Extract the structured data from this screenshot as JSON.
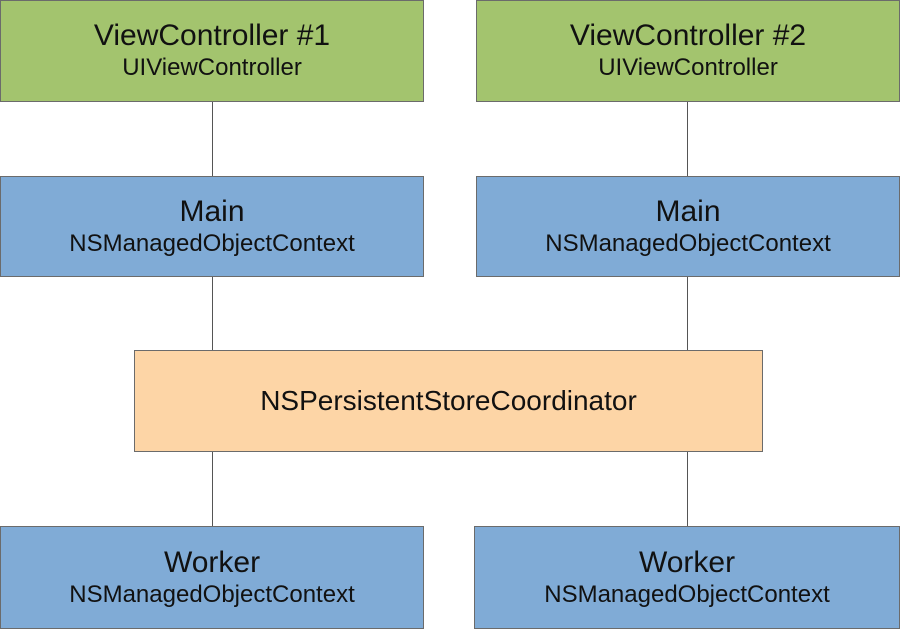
{
  "colors": {
    "viewcontroller": "#a3c46e",
    "context": "#80abd6",
    "coordinator": "#fdd5a6",
    "border": "#6b6b6b",
    "line": "#555555"
  },
  "diagram": {
    "vc1": {
      "title": "ViewController #1",
      "subtitle": "UIViewController"
    },
    "vc2": {
      "title": "ViewController #2",
      "subtitle": "UIViewController"
    },
    "main1": {
      "title": "Main",
      "subtitle": "NSManagedObjectContext"
    },
    "main2": {
      "title": "Main",
      "subtitle": "NSManagedObjectContext"
    },
    "coordinator": {
      "title": "NSPersistentStoreCoordinator"
    },
    "worker1": {
      "title": "Worker",
      "subtitle": "NSManagedObjectContext"
    },
    "worker2": {
      "title": "Worker",
      "subtitle": "NSManagedObjectContext"
    }
  }
}
